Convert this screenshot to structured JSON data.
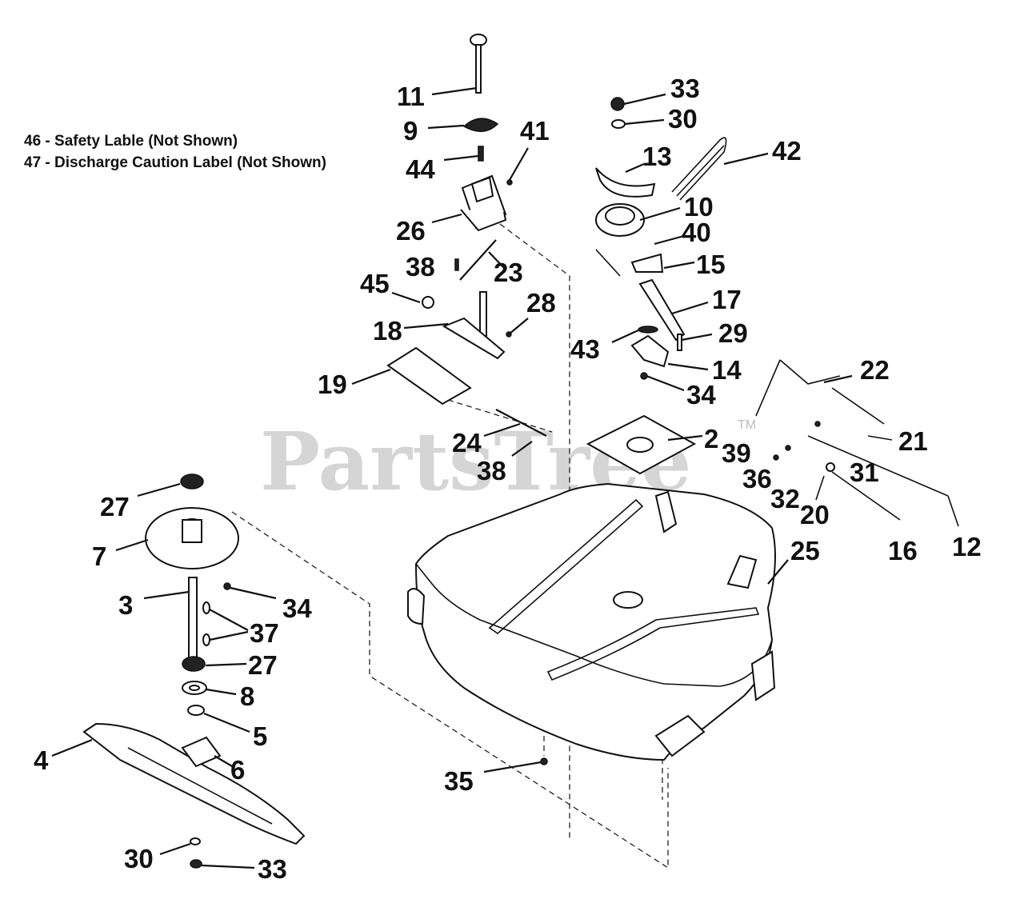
{
  "notes": {
    "n46": "46 - Safety Lable (Not Shown)",
    "n47": "47 - Discharge Caution Label (Not Shown)"
  },
  "watermark": {
    "brand": "PartsTree",
    "tm": "TM"
  },
  "callouts": {
    "c11": "11",
    "c9": "9",
    "c44": "44",
    "c41": "41",
    "c26": "26",
    "c38a": "38",
    "c23": "23",
    "c45": "45",
    "c18": "18",
    "c28": "28",
    "c19": "19",
    "c24": "24",
    "c38b": "38",
    "c33a": "33",
    "c30a": "30",
    "c13": "13",
    "c42": "42",
    "c10": "10",
    "c40": "40",
    "c15": "15",
    "c17": "17",
    "c29": "29",
    "c43": "43",
    "c14": "14",
    "c34a": "34",
    "c22": "22",
    "c21": "21",
    "c2": "2",
    "c39": "39",
    "c36": "36",
    "c31": "31",
    "c32": "32",
    "c20": "20",
    "c16": "16",
    "c12": "12",
    "c25": "25",
    "c27a": "27",
    "c7": "7",
    "c3": "3",
    "c34b": "34",
    "c37": "37",
    "c27b": "27",
    "c8": "8",
    "c5": "5",
    "c4": "4",
    "c6": "6",
    "c35": "35",
    "c30b": "30",
    "c33b": "33"
  }
}
